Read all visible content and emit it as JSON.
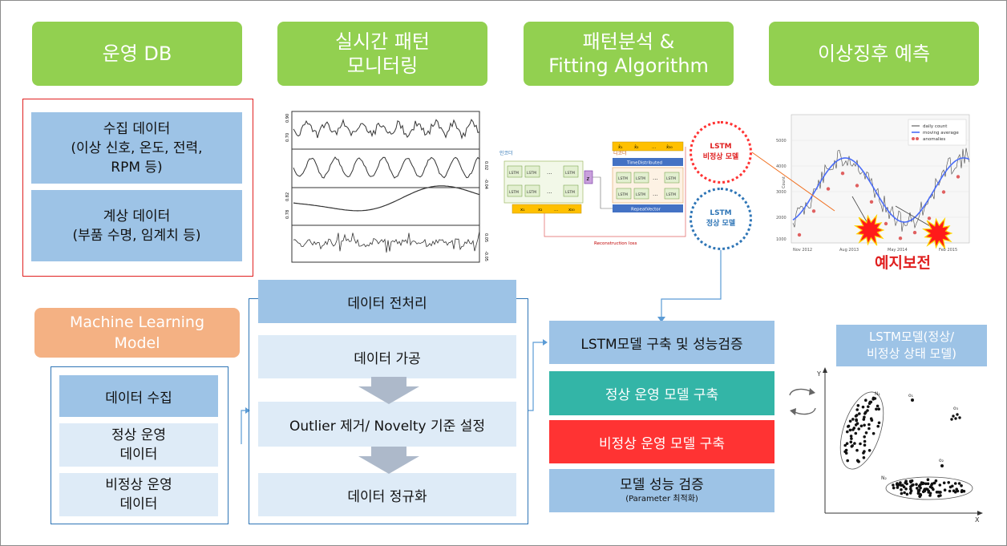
{
  "headers": {
    "ops_db": "운영 DB",
    "realtime": "실시간 패턴\n모니터링",
    "pattern": "패턴분석 &\nFitting Algorithm",
    "anomaly": "이상징후 예측"
  },
  "ops_db": {
    "collected": "수집 데이터\n(이상 신호, 온도, 전력,\nRPM 등)",
    "measured": "계상 데이터\n(부품 수명, 임계치 등)"
  },
  "ts_axis": {
    "r1": [
      "0.90",
      "0.70"
    ],
    "r2": [
      "0.02",
      "-0.04"
    ],
    "r3": [
      "0.82",
      "0.78"
    ],
    "r4": [
      "0.05",
      "-0.05"
    ]
  },
  "autoencoder": {
    "encoder_label": "인코더",
    "decoder_label": "디코더",
    "cell_label": "LSTM",
    "dots": "...",
    "z_label": "z",
    "inputs": [
      "x₁",
      "x₂",
      "...",
      "x₃₀"
    ],
    "outputs": [
      "x̂₁",
      "x̂₂",
      "...",
      "x̂₃₀"
    ],
    "time_distributed": "TimeDistributed",
    "repeat_vector": "RepeatVector",
    "reconstruction_loss": "Reconstruction loss"
  },
  "lstm_abnormal": "LSTM\n비정상 모델",
  "lstm_normal": "LSTM\n정상 모델",
  "anomaly_chart": {
    "legend": [
      "daily count",
      "moving average",
      "anomalies"
    ],
    "y_label": "Count",
    "y_ticks": [
      "5000",
      "4000",
      "3000",
      "2000",
      "1000"
    ],
    "x_ticks": [
      "Nov 2012",
      "Aug 2013",
      "May 2014",
      "Feb 2015"
    ],
    "predictive_label": "예지보전",
    "colors": {
      "daily": "#444444",
      "avg": "#4a6cf7",
      "anomaly": "#e06060",
      "burst": "#ff1a1a"
    }
  },
  "ml_model": "Machine Learning\nModel",
  "ml_items": {
    "collect": "데이터 수집",
    "normal": "정상 운영\n데이터",
    "abnormal": "비정상 운영\n데이터"
  },
  "preprocess": {
    "title": "데이터 전처리",
    "processing": "데이터 가공",
    "outlier": "Outlier 제거/ Novelty 기준 설정",
    "normalize": "데이터 정규화"
  },
  "lstm_build": {
    "title": "LSTM모델 구축 및 성능검증",
    "normal_build": "정상 운영 모델 구축",
    "abnormal_build": "비정상 운영 모델 구축",
    "verify": "모델 성능 검증",
    "verify_sub": "(Parameter 최적화)"
  },
  "lstm_state": {
    "title": "LSTM모델(정상/\n비정상 상태 모델)",
    "axis_y": "Y",
    "axis_x": "X",
    "n1": "N₁",
    "n2": "N₂",
    "o1": "o₁",
    "o2": "o₂",
    "o3": "o₃"
  },
  "colors": {
    "header_green": "#92d050",
    "box_blue": "#9dc3e6",
    "box_light": "#deebf7",
    "ml_orange": "#f4b183",
    "teal": "#33b5a7",
    "red": "#ff3333",
    "frame_red": "#e02020",
    "frame_blue": "#2e75b6"
  }
}
